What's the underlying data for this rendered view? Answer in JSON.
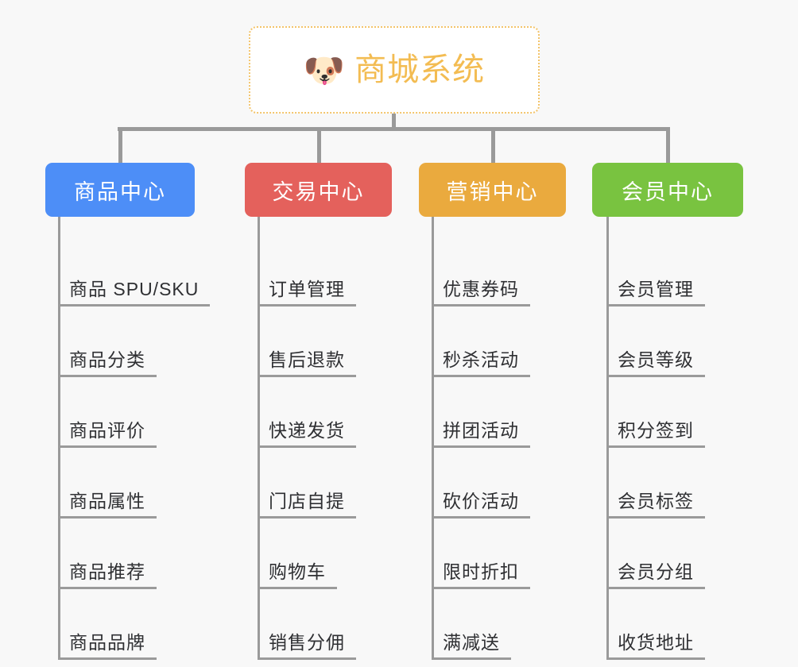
{
  "page": {
    "background_color": "#f8f8f8",
    "line_color": "#9a9a9a",
    "item_text_color": "#2f3033"
  },
  "root": {
    "icon": "dog-face",
    "icon_glyph": "🐶",
    "title": "商城系统",
    "title_color": "#f3bc52",
    "border_color": "#f3c46a",
    "border_style": "dotted"
  },
  "columns": [
    {
      "id": "product-center",
      "label": "商品中心",
      "color": "#4d8ef7",
      "items": [
        "商品 SPU/SKU",
        "商品分类",
        "商品评价",
        "商品属性",
        "商品推荐",
        "商品品牌"
      ]
    },
    {
      "id": "trade-center",
      "label": "交易中心",
      "color": "#e4615c",
      "items": [
        "订单管理",
        "售后退款",
        "快递发货",
        "门店自提",
        "购物车",
        "销售分佣"
      ]
    },
    {
      "id": "marketing-center",
      "label": "营销中心",
      "color": "#eaaa3e",
      "items": [
        "优惠券码",
        "秒杀活动",
        "拼团活动",
        "砍价活动",
        "限时折扣",
        "满减送"
      ]
    },
    {
      "id": "member-center",
      "label": "会员中心",
      "color": "#79c340",
      "items": [
        "会员管理",
        "会员等级",
        "积分签到",
        "会员标签",
        "会员分组",
        "收货地址"
      ]
    }
  ]
}
